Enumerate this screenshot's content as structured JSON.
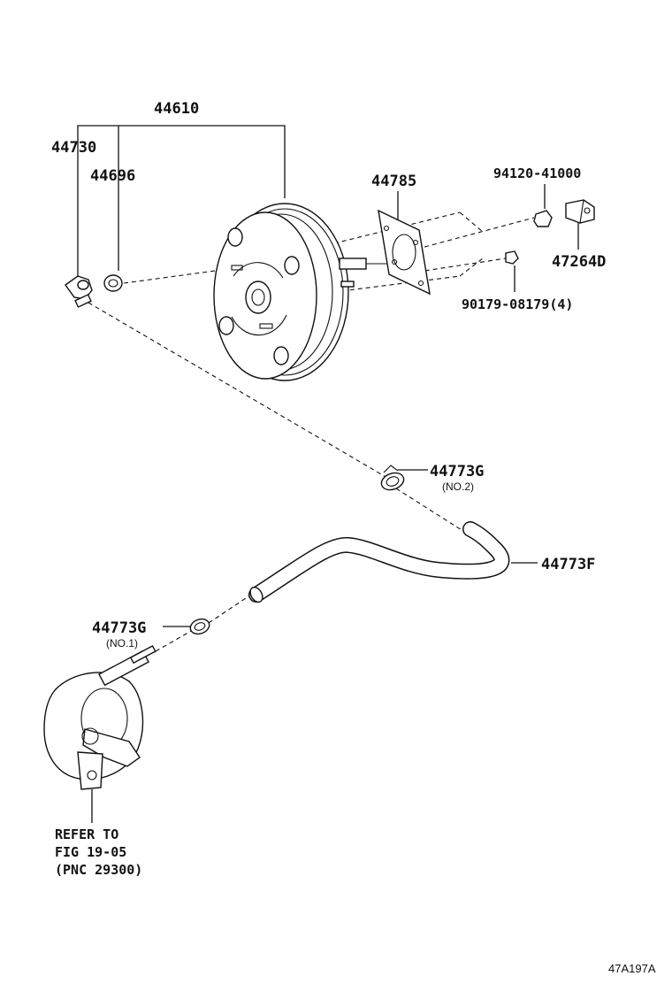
{
  "parts": {
    "booster_assembly": "44610",
    "check_valve": "44730",
    "grommet": "44696",
    "gasket": "44785",
    "nut": "94120-41000",
    "clevis": "47264D",
    "stud_nut": "90179-08179(4)",
    "clip_upper": "44773G",
    "clip_upper_note": "(NO.2)",
    "hose": "44773F",
    "clip_lower": "44773G",
    "clip_lower_note": "(NO.1)"
  },
  "reference": {
    "line1": "REFER TO",
    "line2": "FIG 19-05",
    "line3": "(PNC 29300)"
  },
  "illustration_code": "47A197A"
}
